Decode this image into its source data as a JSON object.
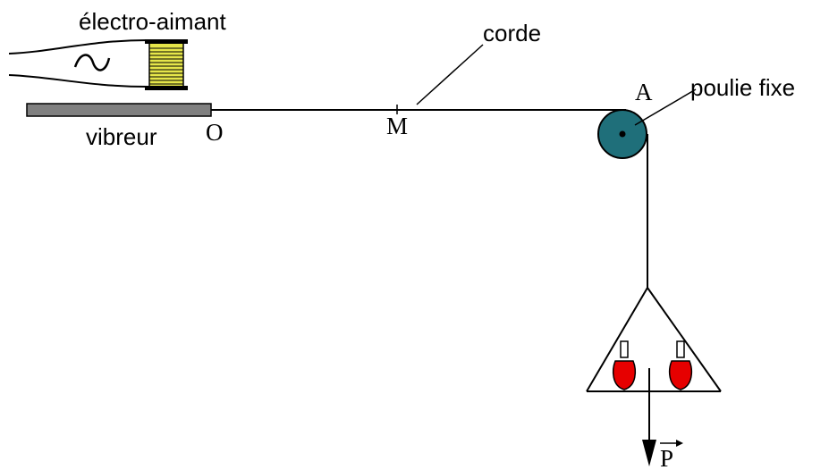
{
  "labels": {
    "electromagnet": "électro-aimant",
    "rope": "corde",
    "vibrator": "vibreur",
    "point_o": "O",
    "point_m": "M",
    "point_a": "A",
    "pulley": "poulie fixe",
    "weight": "P"
  },
  "colors": {
    "coil": "#e6e64a",
    "vibrator_bar": "#808080",
    "pulley": "#1f6f7a",
    "masses": "#e60000",
    "lines": "#000000"
  },
  "icons": {
    "ac_source": "sine-wave-icon",
    "pulley_axle": "dot-icon"
  }
}
